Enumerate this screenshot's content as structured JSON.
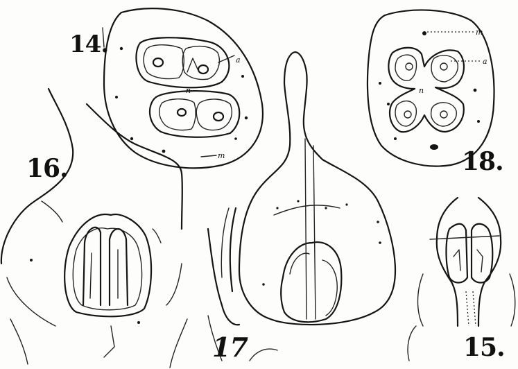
{
  "figures": {
    "fig14": {
      "number": "14.",
      "labels": {
        "a": "a",
        "n": "n",
        "m": "m"
      }
    },
    "fig15": {
      "number": "15."
    },
    "fig16": {
      "number": "16."
    },
    "fig17": {
      "number": "17"
    },
    "fig18": {
      "number": "18.",
      "labels": {
        "m": "m",
        "a": "a",
        "n": "n"
      }
    }
  },
  "colors": {
    "ink": "#151515",
    "paper": "#fdfdfb"
  }
}
